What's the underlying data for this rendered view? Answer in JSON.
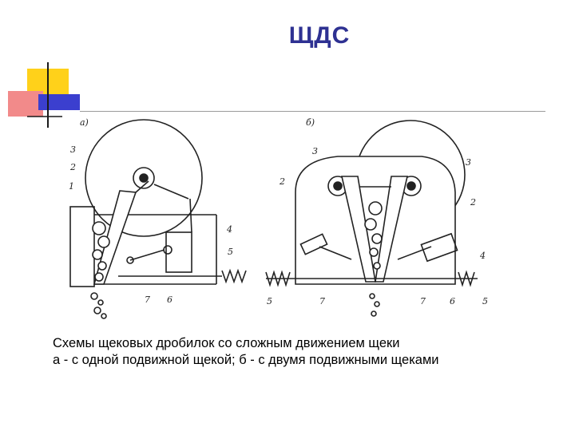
{
  "slide": {
    "title": "ЩДС",
    "caption_line1": "Схемы щековых дробилок со сложным движением щеки",
    "caption_line2": "а - с одной подвижной щекой; б - с двумя подвижными щеками"
  },
  "diagram": {
    "left_panel_label": "а)",
    "right_panel_label": "б)",
    "left_callouts": [
      "3",
      "2",
      "1",
      "4",
      "5",
      "7",
      "6"
    ],
    "right_callouts": [
      "3",
      "3",
      "2",
      "2",
      "4",
      "5",
      "7",
      "7",
      "6",
      "5"
    ]
  },
  "colors": {
    "title": "#2e3192",
    "deco_yellow": "#ffd11a",
    "deco_red": "#e8393c",
    "deco_blue": "#3b3fcf"
  }
}
